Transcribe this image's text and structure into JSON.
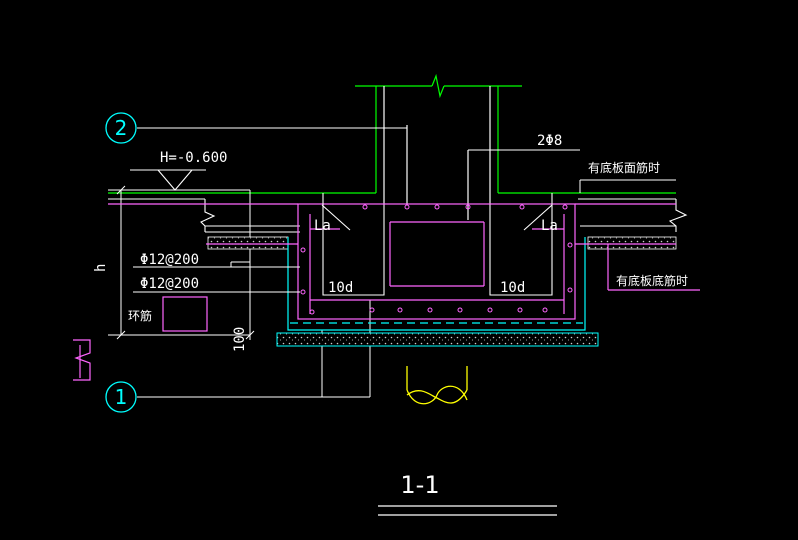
{
  "drawing": {
    "section_title": "1-1",
    "axis_top": "2",
    "axis_bottom": "1",
    "elevation": "H=-0.600",
    "rebar_top_right": "2Φ8",
    "note_top_surface": "有底板面筋时",
    "note_bottom_surface": "有底板底筋时",
    "anchorage_left": "La",
    "anchorage_right": "La",
    "lap_left": "10d",
    "lap_right": "10d",
    "rebar_upper": "Φ12@200",
    "rebar_lower": "Φ12@200",
    "hoop_label": "环筋",
    "dim_h": "h",
    "dim_100": "100"
  },
  "colors": {
    "background": "#000000",
    "white": "#ffffff",
    "green": "#00ff00",
    "cyan": "#00ffff",
    "magenta": "#ff66ff",
    "yellow": "#ffff00",
    "gray": "#bfbfbf"
  }
}
